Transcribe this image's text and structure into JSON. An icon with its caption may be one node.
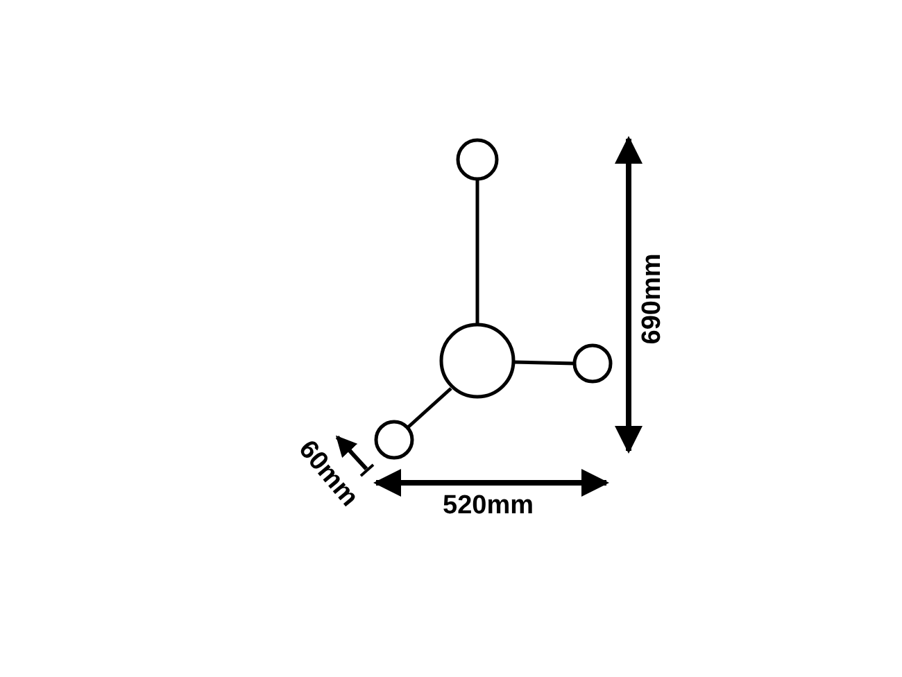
{
  "diagram": {
    "labels": [
      "690mm",
      "60mm",
      "520mm"
    ]
  }
}
